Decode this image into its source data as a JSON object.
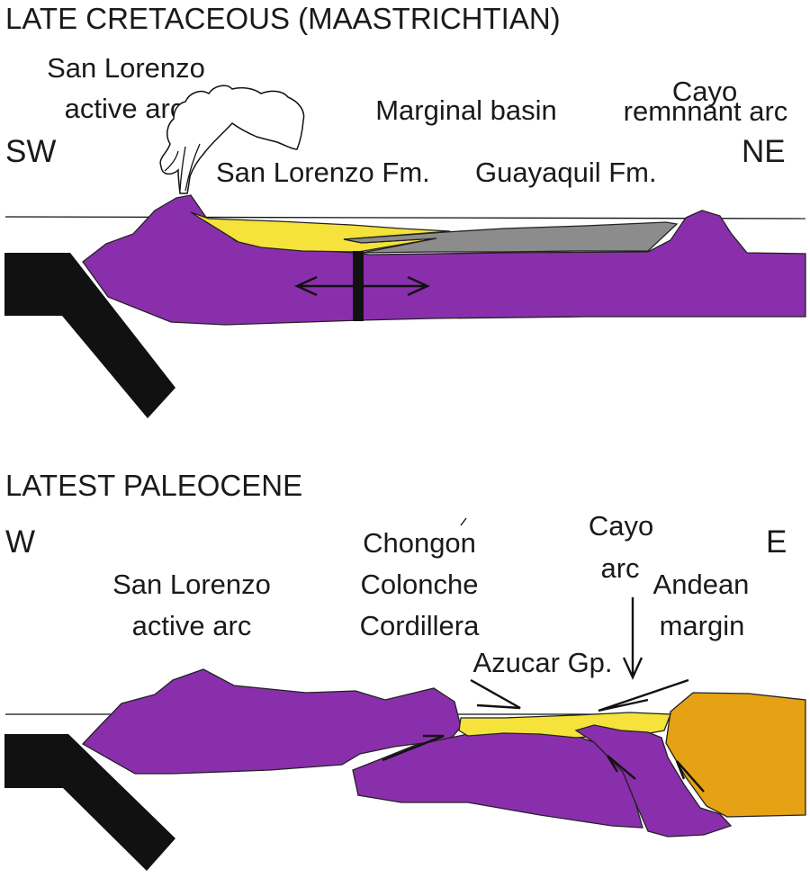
{
  "panel_top": {
    "title": "LATE CRETACEOUS (MAASTRICHTIAN)",
    "dir_left": "SW",
    "dir_right": "NE",
    "arc_left_line1": "San Lorenzo",
    "arc_left_line2": "active arc",
    "basin_label": "Marginal basin",
    "arc_right_line1": "Cayo",
    "arc_right_line2": "remnnant arc",
    "fm_left": "San Lorenzo Fm.",
    "fm_right": "Guayaquil Fm."
  },
  "panel_bottom": {
    "title": "LATEST PALEOCENE",
    "dir_left": "W",
    "dir_right": "E",
    "arc_left_line1": "San Lorenzo",
    "arc_left_line2": "active arc",
    "cordillera_line1": "Chongon",
    "cordillera_line2": "Colonche",
    "cordillera_line3": "Cordillera",
    "cayo_line1": "Cayo",
    "cayo_line2": "arc",
    "andean_line1": "Andean",
    "andean_line2": "margin",
    "group_label": "Azucar Gp."
  },
  "colors": {
    "oceanic_plate": "#8a2fac",
    "subducting_slab": "#111111",
    "arc_sediment": "#f5e23a",
    "basin_sediment": "#8c8c8c",
    "andean_margin": "#e5a214"
  }
}
